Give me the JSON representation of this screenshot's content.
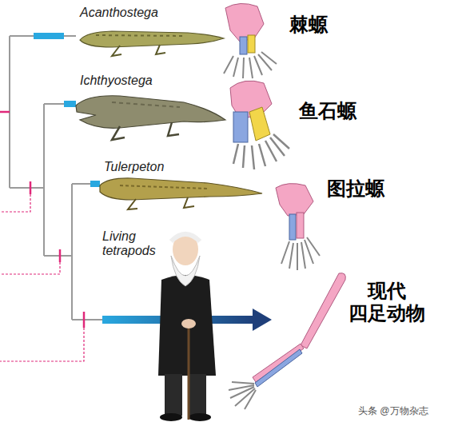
{
  "diagram": {
    "labels": [
      "Acanthostega",
      "棘螈",
      "Ichthyostega",
      "鱼石螈",
      "Tulerpeton",
      "图拉螈",
      "Living tetrapods",
      "现代 四足动物",
      "头条 @万物杂志"
    ]
  }
}
